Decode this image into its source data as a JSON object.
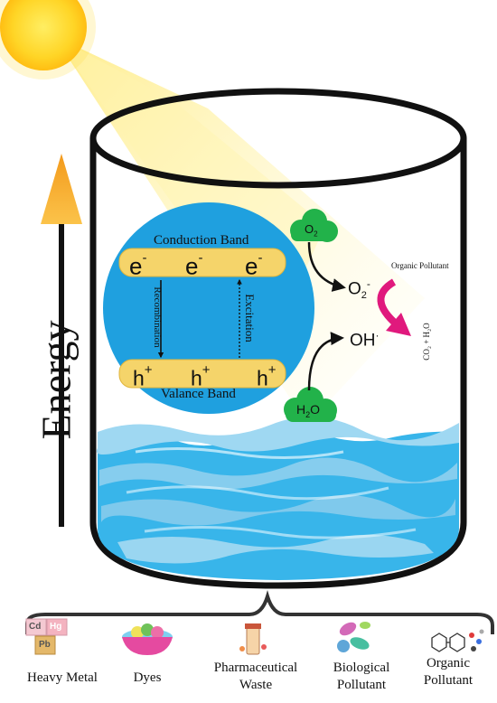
{
  "energy_label": "Energy",
  "band": {
    "conduction": "Conduction Band",
    "valence": "Valance Band",
    "electron": "e",
    "electron_sup": "-",
    "hole": "h",
    "hole_sup": "+",
    "recombination": "Recombination",
    "excitation": "Excitation"
  },
  "reactions": {
    "o2": "O",
    "o2_sub": "2",
    "h2o": "H",
    "h2o_sub": "2",
    "h2o_o": "O",
    "superoxide": "O",
    "superoxide_sub": "2",
    "superoxide_sup": "-",
    "hydroxyl": "OH",
    "hydroxyl_sup": "·",
    "organic_pollutant": "Organic Pollutant",
    "products": "CO₂ + H₂O"
  },
  "icons": {
    "heavy_metal_symbols": [
      "Cd",
      "Hg",
      "Pb"
    ]
  },
  "pollutants": [
    {
      "label": "Heavy Metal"
    },
    {
      "label": "Dyes"
    },
    {
      "label": "Pharmaceutical Waste"
    },
    {
      "label": "Biological Pollutant"
    },
    {
      "label": "Organic Pollutant"
    }
  ],
  "colors": {
    "sun": "#ffd21a",
    "arrow": "#f7a72a",
    "circle": "#1fa0df",
    "band": "#f5d46a",
    "cloud": "#22b24a",
    "water": "#38b5ea",
    "pink_arrow": "#e0197d"
  }
}
